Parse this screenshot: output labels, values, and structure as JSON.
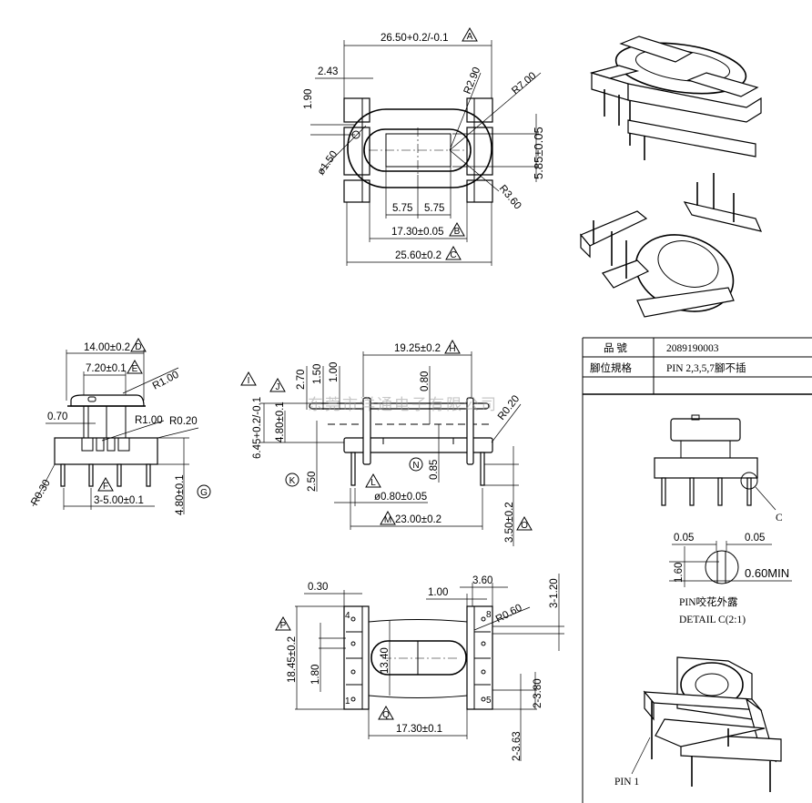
{
  "watermark": "东莞市洋通电子有限公司",
  "top_view": {
    "overall_width": "26.50+0.2/-0.1",
    "offset": "2.43",
    "hole_offset": "1.90",
    "r_inner": "R2.90",
    "r_outer": "R7.00",
    "slot_height": "5.85±0.05",
    "hole_dia": "ø1.50",
    "half_a": "5.75",
    "half_b": "5.75",
    "inner_width": "17.30±0.05",
    "base_width": "25.60±0.2",
    "r_corner": "R3.60",
    "marks": [
      "A",
      "B",
      "C"
    ]
  },
  "side_view": {
    "top_width": "14.00±0.2",
    "stem_width": "7.20±0.1",
    "r_top": "R1.00",
    "wall": "0.70",
    "r_mid": "R1.00",
    "r_base": "R0.20",
    "r_corner": "R0.30",
    "pin_pitch": "3-5.00±0.1",
    "height": "4.80±0.1",
    "marks": [
      "D",
      "E",
      "F",
      "G"
    ]
  },
  "front_view": {
    "flange_span": "19.25±0.2",
    "d1": "2.70",
    "d2": "1.50",
    "d3": "1.00",
    "d4": "0.80",
    "total_height": "6.45+0.2/-0.1",
    "body_height": "4.80±0.1",
    "r_end": "R0.20",
    "d5": "2.50",
    "d6": "0.85",
    "pin_dia": "ø0.80±0.05",
    "pin_span": "23.00±0.2",
    "pin_length": "3.50±0.2",
    "marks": [
      "H",
      "I",
      "J",
      "K",
      "L",
      "M",
      "N",
      "O"
    ]
  },
  "bottom_view": {
    "d_a": "0.30",
    "d_b": "1.00",
    "d_c": "3.60",
    "d_d": "3-1.20",
    "r_notch": "R0.60",
    "length": "18.45±0.2",
    "d_e": "1.80",
    "oval": "13.40",
    "width": "17.30±0.1",
    "d_f": "2-3.80",
    "d_g": "2-3.63",
    "pins": [
      "4",
      "1",
      "8",
      "5"
    ],
    "marks": [
      "P",
      "Q"
    ]
  },
  "spec_table": {
    "rows": [
      {
        "label": "品 號",
        "value": "2089190003"
      },
      {
        "label": "腳位規格",
        "value": "PIN 2,3,5,7腳不插"
      },
      {
        "label": "",
        "value": ""
      }
    ]
  },
  "detail": {
    "callout": "C",
    "gap_a": "0.05",
    "gap_b": "0.05",
    "height": "1.60",
    "min": "0.60MIN",
    "note": "PIN咬花外露",
    "title": "DETAIL C(2:1)",
    "pin1": "PIN 1"
  }
}
